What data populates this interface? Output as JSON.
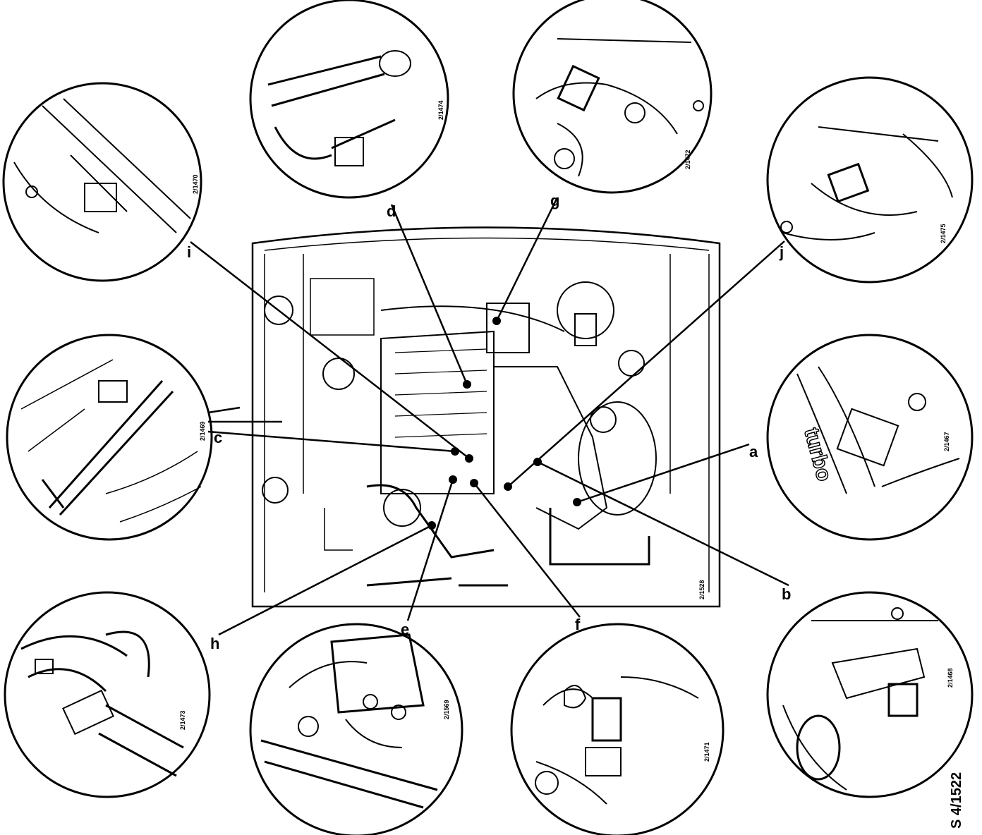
{
  "figure_ref": "S 4/1522",
  "overview_ref": "2/1528",
  "callouts": [
    {
      "label": "a",
      "ref": "2/1467",
      "insert_text": "turbo"
    },
    {
      "label": "b",
      "ref": "2/1468"
    },
    {
      "label": "c",
      "ref": "2/1469"
    },
    {
      "label": "d",
      "ref": "2/1474"
    },
    {
      "label": "e",
      "ref": "2/1569"
    },
    {
      "label": "f",
      "ref": "2/1471"
    },
    {
      "label": "g",
      "ref": "2/1472"
    },
    {
      "label": "h",
      "ref": "2/1473"
    },
    {
      "label": "i",
      "ref": "2/1470"
    },
    {
      "label": "j",
      "ref": "2/1475"
    }
  ],
  "colors": {
    "ink": "#000000",
    "paper": "#ffffff"
  }
}
